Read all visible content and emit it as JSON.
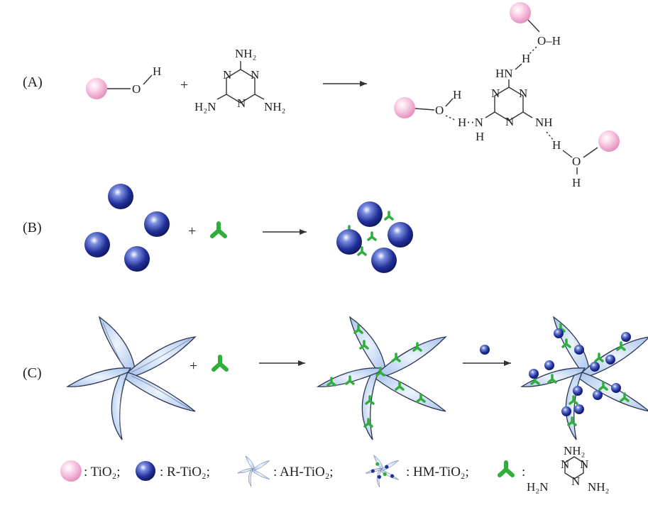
{
  "panels": {
    "a": "(A)",
    "b": "(B)",
    "c": "(C)"
  },
  "operators": {
    "plus": "+"
  },
  "chem": {
    "O": "O",
    "H": "H",
    "NH2": "NH₂",
    "H2N": "H₂N",
    "N": "N",
    "HN": "HN",
    "NH": "NH",
    "H_N": "H··N",
    "O_H": "O–H",
    "O_H_left": "O··H"
  },
  "legend": {
    "tio2": ": TiO₂;",
    "r_tio2": ": R-TiO₂;",
    "ah_tio2": ": AH-TiO₂;",
    "hm_tio2": ": HM-TiO₂;",
    "melamine": ":"
  },
  "colors": {
    "tio2_pink": "#f6b8d8",
    "r_tio2_blue": "#1f2f8f",
    "melamine_green": "#2fae3a",
    "flower_blue": "#c5d9f2"
  }
}
